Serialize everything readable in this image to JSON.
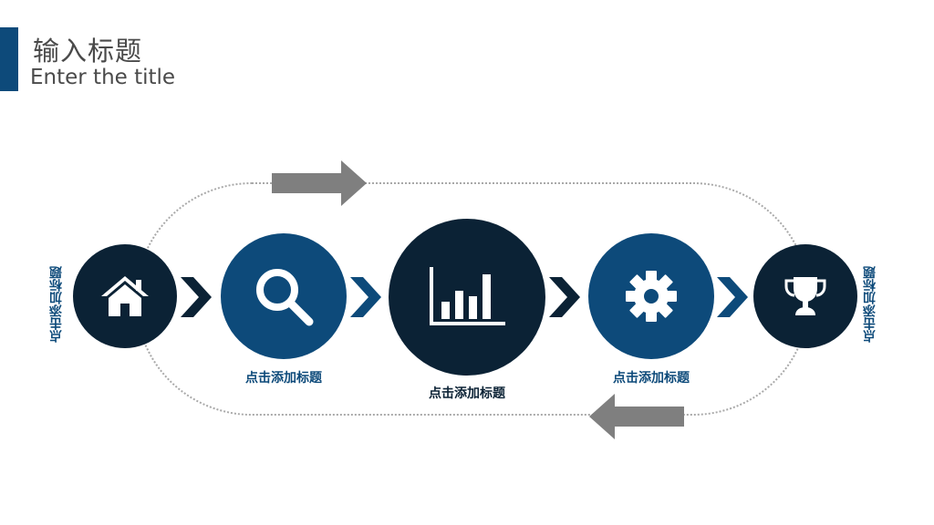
{
  "title": {
    "cn": "输入标题",
    "en": "Enter the title"
  },
  "steps": [
    {
      "icon": "home-icon",
      "label": "点击添加标题"
    },
    {
      "icon": "search-icon",
      "label": "点击添加标题"
    },
    {
      "icon": "bar-chart-icon",
      "label": "点击添加标题"
    },
    {
      "icon": "gear-icon",
      "label": "点击添加标题"
    },
    {
      "icon": "trophy-icon",
      "label": "点击添加标题"
    }
  ],
  "colors": {
    "dark_navy": "#0b2235",
    "blue": "#0d4a7a",
    "arrow_gray": "#7f7f7f",
    "dotted_line": "#a9a9a9"
  }
}
